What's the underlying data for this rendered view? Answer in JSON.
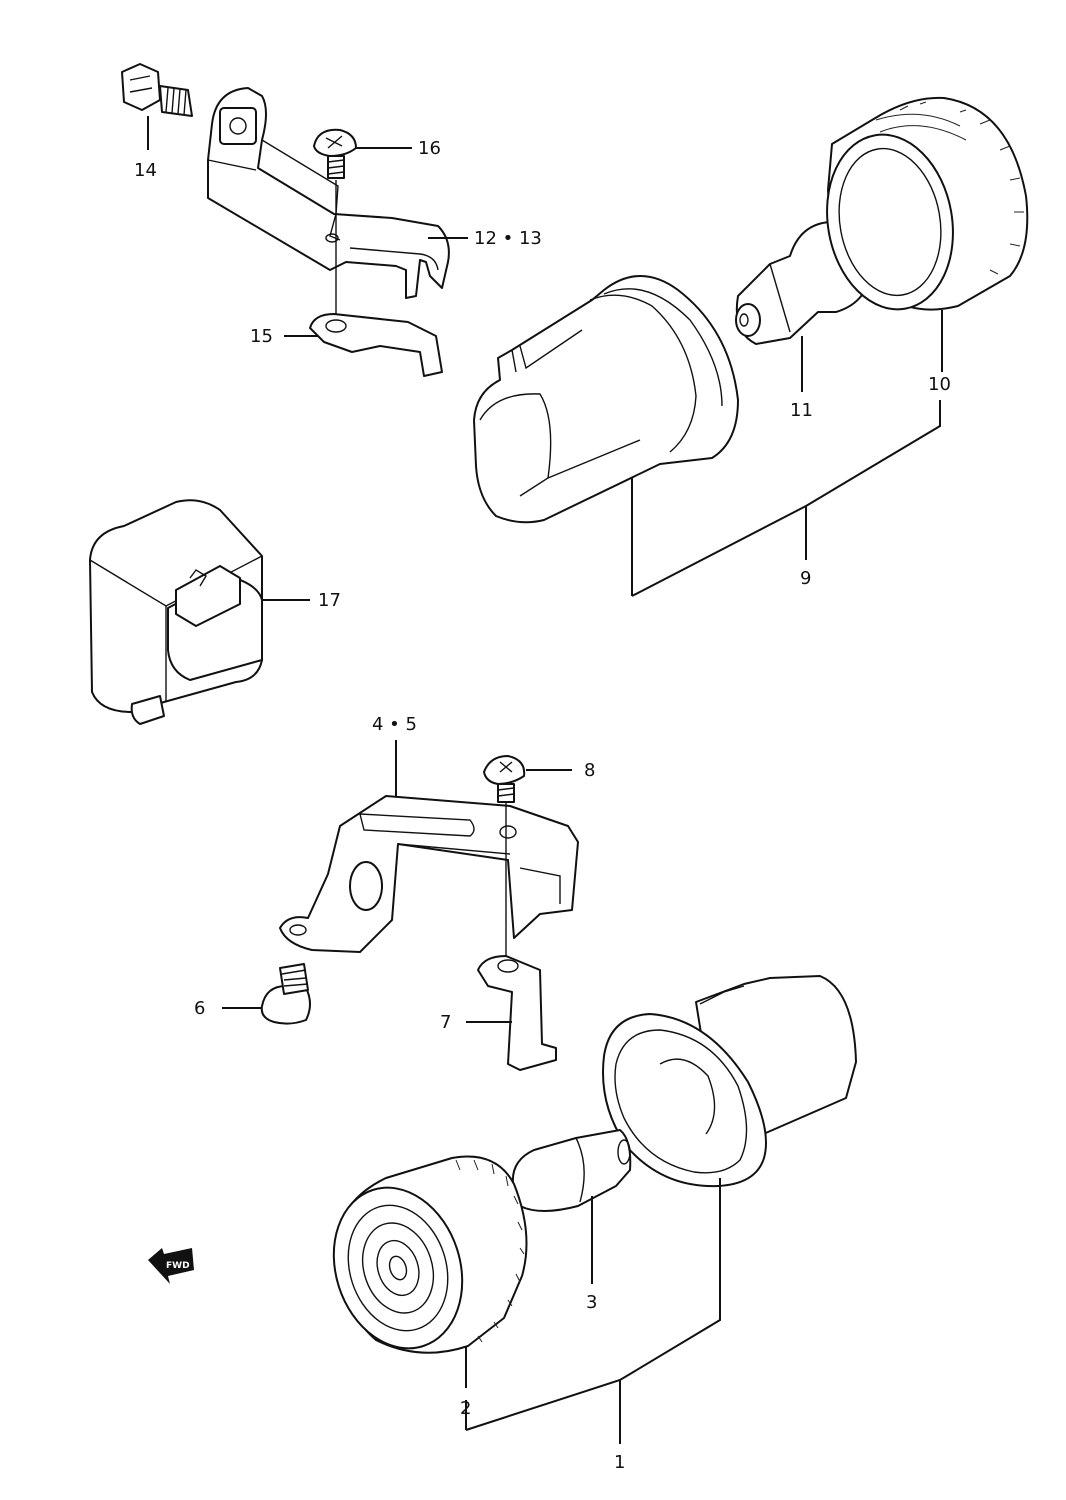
{
  "callouts": {
    "c1": "1",
    "c2": "2",
    "c3": "3",
    "c4_5": "4 • 5",
    "c6": "6",
    "c7": "7",
    "c8": "8",
    "c9": "9",
    "c10": "10",
    "c11": "11",
    "c12_13": "12 • 13",
    "c14": "14",
    "c15": "15",
    "c16": "16",
    "c17": "17"
  },
  "direction_badge": "FWD",
  "colors": {
    "ink": "#111111",
    "paper": "#ffffff"
  }
}
